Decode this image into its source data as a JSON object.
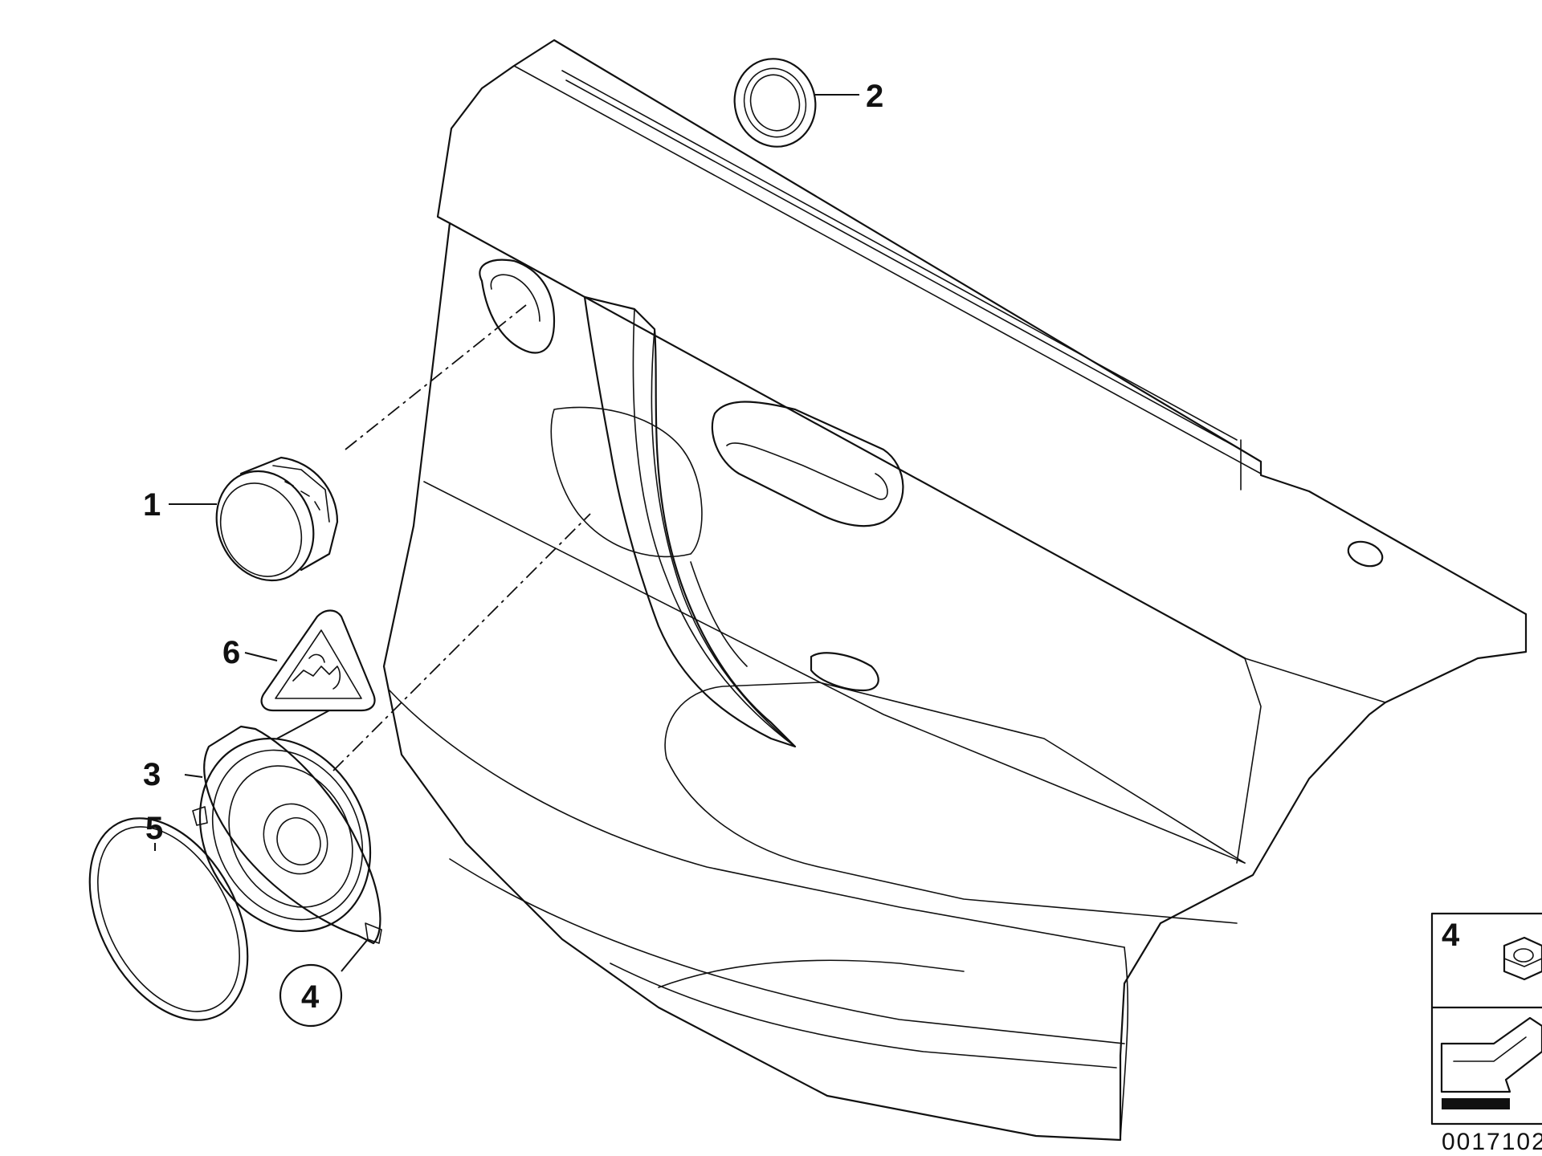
{
  "callouts": {
    "part1": "1",
    "part2": "2",
    "part3": "3",
    "part4": "4",
    "part5": "5",
    "part6": "6"
  },
  "detail_box": {
    "label": "4"
  },
  "reference_number": "0017102"
}
